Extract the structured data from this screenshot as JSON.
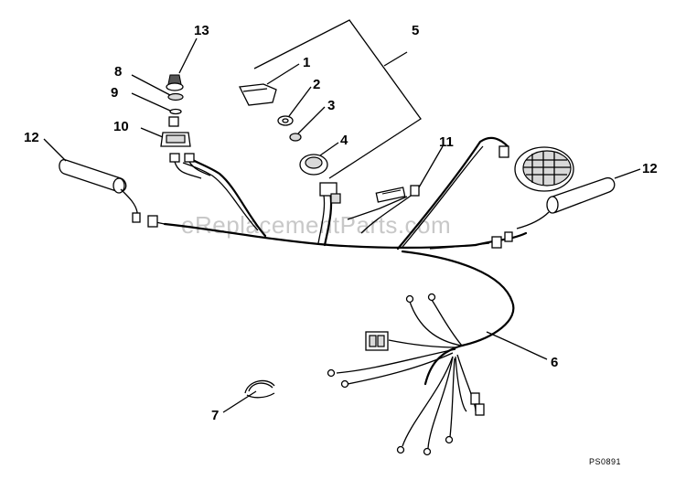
{
  "watermark": "eReplacementParts.com",
  "drawing_code": "PS0891",
  "callouts": {
    "c1": "1",
    "c2": "2",
    "c3": "3",
    "c4": "4",
    "c5": "5",
    "c6": "6",
    "c7": "7",
    "c8": "8",
    "c9": "9",
    "c10": "10",
    "c11": "11",
    "c12_left": "12",
    "c12_right": "12",
    "c13": "13"
  }
}
